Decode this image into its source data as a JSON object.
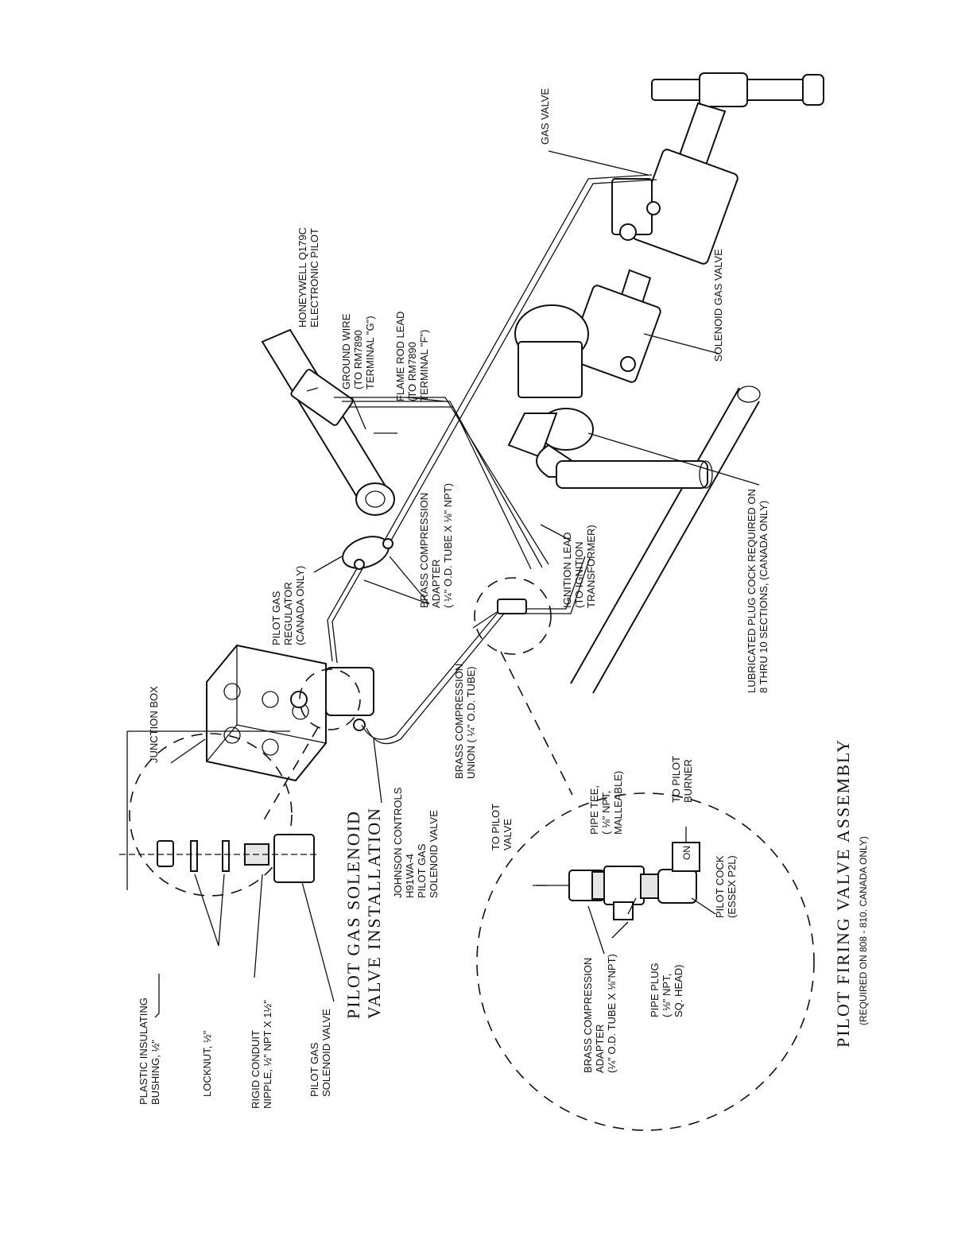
{
  "labels": {
    "plastic_bushing": [
      "PLASTIC INSULATING",
      "BUSHING, ½\""
    ],
    "locknut": [
      "LOCKNUT, ½\""
    ],
    "rigid_conduit": [
      "RIGID CONDUIT",
      "NIPPLE, ½\" NPT X 1½\""
    ],
    "pilot_gas_solenoid_valve": [
      "PILOT GAS",
      "SOLENOID VALVE"
    ],
    "johnson_controls": [
      "JOHNSON CONTROLS",
      "H91WA-4",
      "PILOT GAS",
      "SOLENOID VALVE"
    ],
    "junction_box": [
      "JUNCTION BOX"
    ],
    "brass_compression_union": [
      "BRASS COMPRESSION",
      "UNION ( ¼\" O.D. TUBE)"
    ],
    "pilot_gas_regulator": [
      "PILOT GAS",
      "REGULATOR",
      "(CANADA ONLY)"
    ],
    "brass_compression_adapter": [
      "BRASS COMPRESSION",
      "ADAPTER",
      "( ¼\" O.D. TUBE X ⅛\" NPT)"
    ],
    "honeywell_pilot": [
      "HONEYWELL Q179C",
      "ELECTRONIC PILOT"
    ],
    "ground_wire": [
      "GROUND WIRE",
      "(TO RM7890",
      "TERMINAL \"G\")"
    ],
    "flame_rod_lead": [
      "FLAME ROD LEAD",
      "(TO RM7890",
      "TERMINAL \"F\")"
    ],
    "ignition_lead": [
      "IGNITION LEAD",
      "(TO IGNITION",
      "TRANSFORMER)"
    ],
    "gas_valve": [
      "GAS VALVE"
    ],
    "solenoid_gas_valve": [
      "SOLENOID GAS VALVE"
    ],
    "lubricated_plug_cock": [
      "LUBRICATED PLUG COCK REQUIRED ON",
      "8 THRU 10 SECTIONS, (CANADA ONLY)"
    ],
    "to_pilot_valve": [
      "TO PILOT",
      "VALVE"
    ],
    "brass_compression_adapter_2": [
      "BRASS COMPRESSION",
      "ADAPTER",
      "(¼\" O.D. TUBE X ⅛\"NPT)"
    ],
    "pipe_tee": [
      "PIPE TEE,",
      "( ⅛\" NPT,",
      "MALLEABLE)"
    ],
    "pipe_plug": [
      "PIPE PLUG",
      "( ⅛\" NPT,",
      "SQ. HEAD)"
    ],
    "pilot_cock": [
      "PILOT COCK",
      "(ESSEX P2L)"
    ],
    "to_pilot_burner": [
      "TO PILOT",
      "BURNER"
    ],
    "on_mark": "ON"
  },
  "titles": {
    "solenoid_title": [
      "PILOT GAS SOLENOID",
      "VALVE INSTALLATION"
    ],
    "firing_title": "PILOT FIRING VALVE ASSEMBLY",
    "firing_subtitle": "(REQUIRED ON 808 - 810. CANADA ONLY)"
  }
}
